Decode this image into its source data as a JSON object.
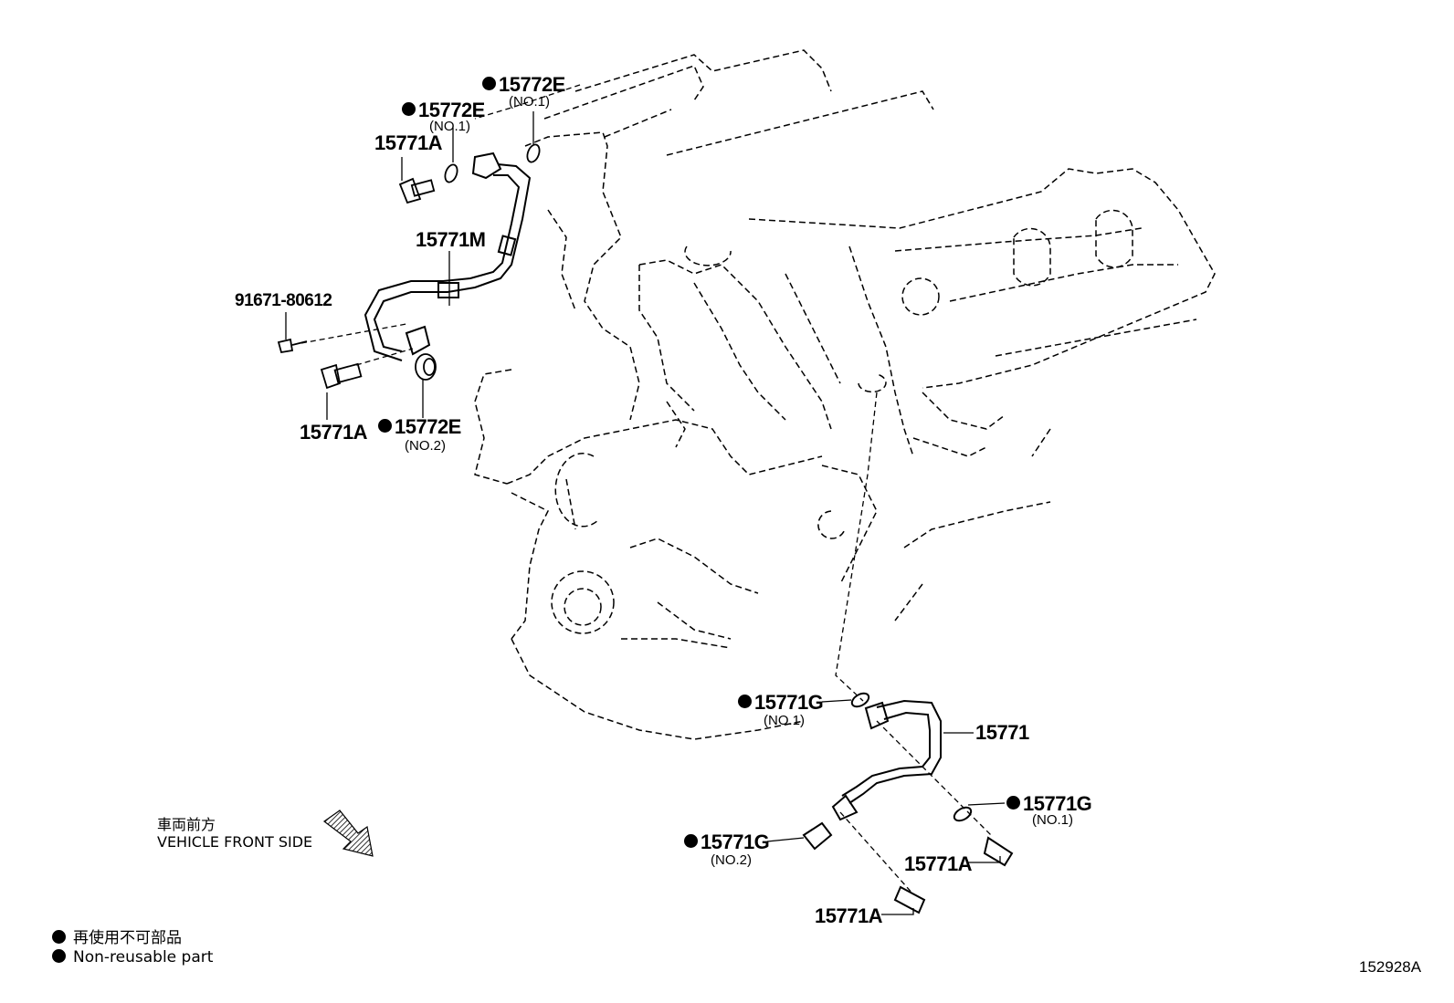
{
  "parts": {
    "p15772e_top": {
      "code": "15772E",
      "note": "(NO.1)",
      "non_reusable": true
    },
    "p15772e_mid": {
      "code": "15772E",
      "note": "(NO.1)",
      "non_reusable": true
    },
    "p15771a_top": {
      "code": "15771A"
    },
    "p15771m": {
      "code": "15771M"
    },
    "p91671": {
      "code": "91671-80612"
    },
    "p15771a_left": {
      "code": "15771A"
    },
    "p15772e_no2": {
      "code": "15772E",
      "note": "(NO.2)",
      "non_reusable": true
    },
    "p15771g_left": {
      "code": "15771G",
      "note": "(NO.1)",
      "non_reusable": true
    },
    "p15771": {
      "code": "15771"
    },
    "p15771g_right": {
      "code": "15771G",
      "note": "(NO.1)",
      "non_reusable": true
    },
    "p15771g_no2": {
      "code": "15771G",
      "note": "(NO.2)",
      "non_reusable": true
    },
    "p15771a_right": {
      "code": "15771A"
    },
    "p15771a_bottom": {
      "code": "15771A"
    }
  },
  "direction": {
    "jp": "車両前方",
    "en": "VEHICLE FRONT SIDE"
  },
  "legend": {
    "jp": "再使用不可部品",
    "en": "Non-reusable part"
  },
  "figure_code": "152928A"
}
